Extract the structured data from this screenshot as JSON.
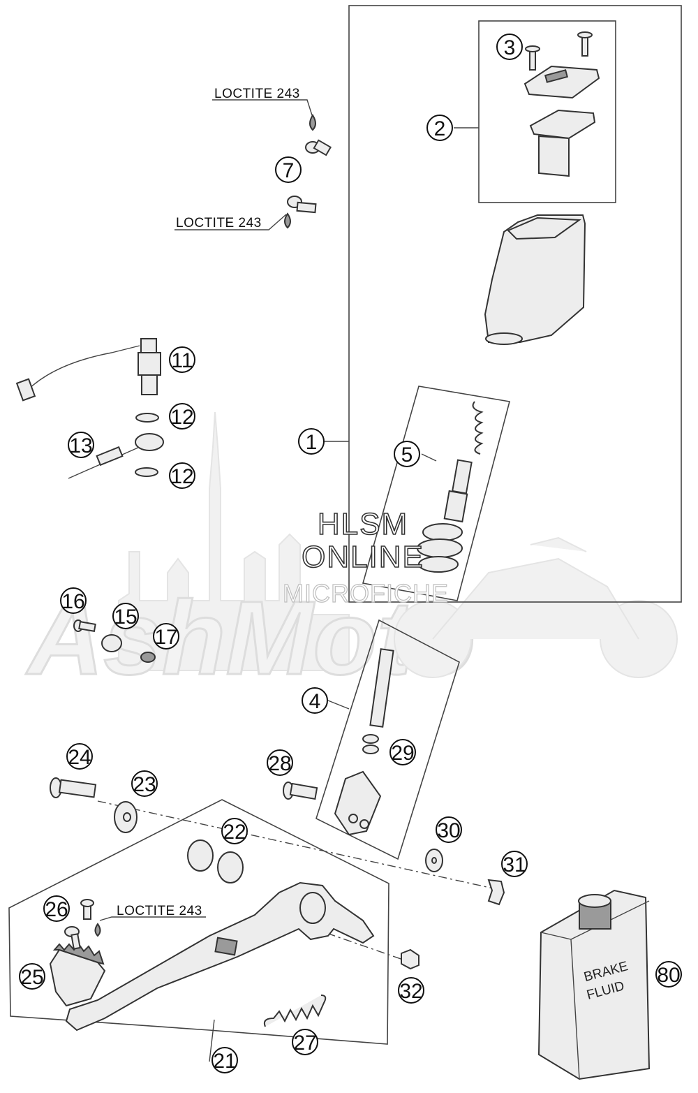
{
  "watermark": {
    "line1": "HLSM",
    "line2": "ONLINE",
    "line3": "MICROFICHE"
  },
  "labels": {
    "loctite": "LOCTITE 243",
    "jar_line1": "BRAKE",
    "jar_line2": "FLUID"
  },
  "callouts": {
    "c1": "1",
    "c2": "2",
    "c3": "3",
    "c4": "4",
    "c5": "5",
    "c7": "7",
    "c11": "11",
    "c12a": "12",
    "c12b": "12",
    "c13": "13",
    "c15": "15",
    "c16": "16",
    "c17": "17",
    "c21": "21",
    "c22": "22",
    "c23": "23",
    "c24": "24",
    "c25": "25",
    "c26": "26",
    "c27": "27",
    "c28": "28",
    "c29": "29",
    "c30": "30",
    "c31": "31",
    "c32": "32",
    "c80": "80"
  }
}
